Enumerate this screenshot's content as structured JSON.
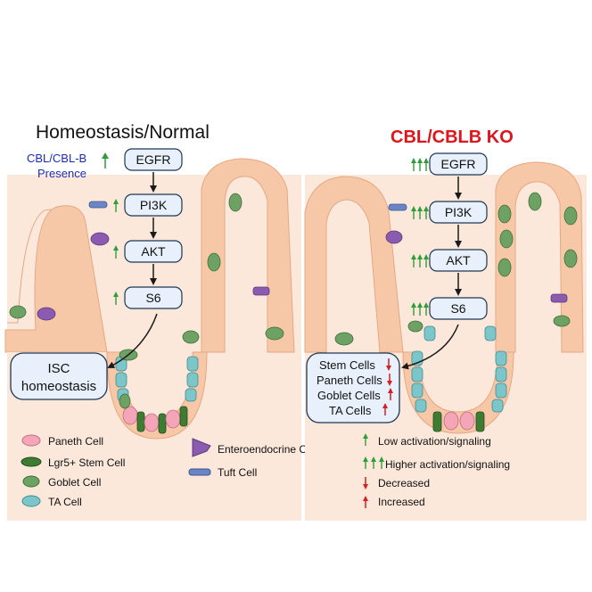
{
  "left_panel": {
    "title": "Homeostasis/Normal",
    "presence_label": "CBL/CBL-B",
    "presence_label_2": "Presence",
    "pathway": [
      "EGFR",
      "PI3K",
      "AKT",
      "S6"
    ],
    "outcome_line1": "ISC",
    "outcome_line2": "homeostasis"
  },
  "right_panel": {
    "title": "CBL/CBLB KO",
    "pathway": [
      "EGFR",
      "PI3K",
      "AKT",
      "S6"
    ],
    "outcomes": [
      {
        "label": "Stem Cells",
        "direction": "decreased"
      },
      {
        "label": "Paneth Cells",
        "direction": "decreased"
      },
      {
        "label": "Goblet Cells",
        "direction": "increased"
      },
      {
        "label": "TA Cells",
        "direction": "increased"
      }
    ]
  },
  "cell_legend": {
    "items": [
      {
        "label": "Paneth Cell",
        "icon": "paneth-cell-icon"
      },
      {
        "label": "Lgr5+ Stem Cell",
        "icon": "stem-cell-icon"
      },
      {
        "label": "Goblet Cell",
        "icon": "goblet-cell-icon"
      },
      {
        "label": "TA Cell",
        "icon": "ta-cell-icon"
      },
      {
        "label": "Enteroendocrine Cell",
        "icon": "enteroendocrine-cell-icon"
      },
      {
        "label": "Tuft Cell",
        "icon": "tuft-cell-icon"
      }
    ]
  },
  "arrow_legend": {
    "items": [
      {
        "label": "Low activation/signaling",
        "icon": "single-green-arrow-icon"
      },
      {
        "label": "Higher activation/signaling",
        "icon": "triple-green-arrow-icon"
      },
      {
        "label": "Decreased",
        "icon": "red-down-arrow-icon"
      },
      {
        "label": "Increased",
        "icon": "red-up-arrow-icon"
      }
    ]
  },
  "colors": {
    "tissue": "#fbe8da",
    "tissue_border": "#ead1bd",
    "epithelium": "#f6c8a8",
    "epithelium_edge": "#e6a783",
    "pathway_box": "#e8f1fb",
    "pathway_border": "#1f3653",
    "green_arrow": "#2e9e3a",
    "red_arrow": "#d42020",
    "title_red": "#e0141b",
    "presence_blue": "#1a2bbb",
    "paneth": "#f4a6b8",
    "stem": "#3f7c33",
    "goblet": "#6ea164",
    "ta": "#7cc6c9",
    "enteroendocrine": "#8a5bb0",
    "tuft": "#6b85c4"
  }
}
